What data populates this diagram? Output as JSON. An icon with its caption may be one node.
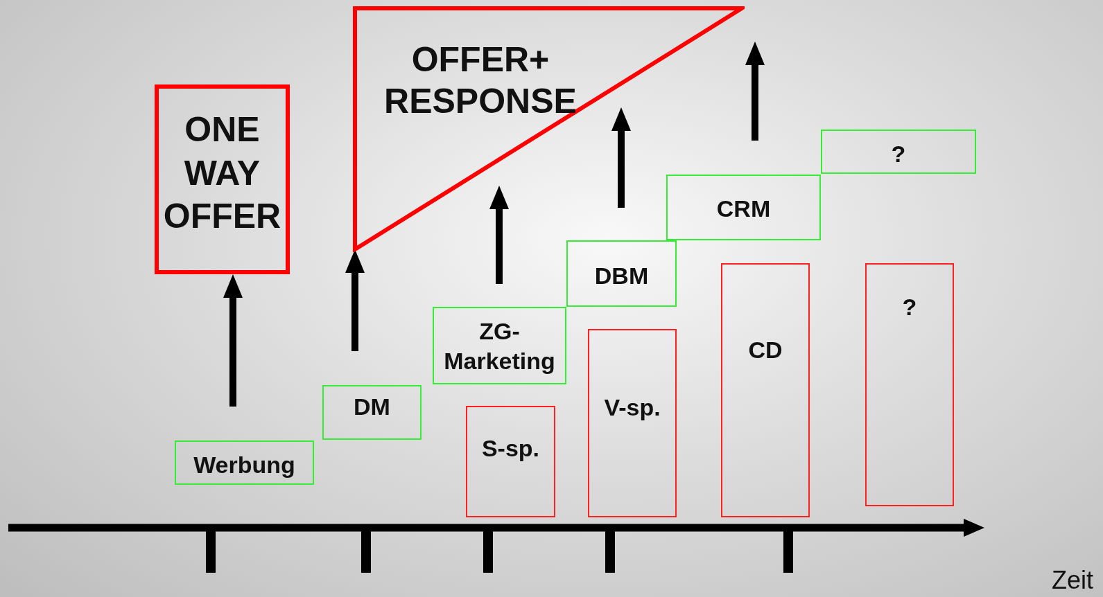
{
  "diagram": {
    "nodes": [
      {
        "text": [
          "ONE WAY OFFER"
        ]
      },
      {
        "text": [
          "OFFER+ RESPONSE"
        ]
      },
      {
        "text": [
          "Werbung"
        ]
      },
      {
        "text": [
          "DM"
        ]
      },
      {
        "text": [
          "ZG- Marketing"
        ]
      },
      {
        "text": [
          "DBM"
        ]
      },
      {
        "text": [
          "CRM"
        ]
      },
      {
        "text": [
          "?"
        ]
      },
      {
        "text": [
          "S-sp."
        ]
      },
      {
        "text": [
          "V-sp."
        ]
      },
      {
        "text": [
          "CD"
        ]
      },
      {
        "text": [
          "?"
        ]
      }
    ],
    "edges": [
      {
        "from": null,
        "to": 0,
        "arrow": "to"
      },
      {
        "from": null,
        "to": 1,
        "arrow": "to"
      }
    ],
    "labels": [
      "Zeit"
    ]
  }
}
